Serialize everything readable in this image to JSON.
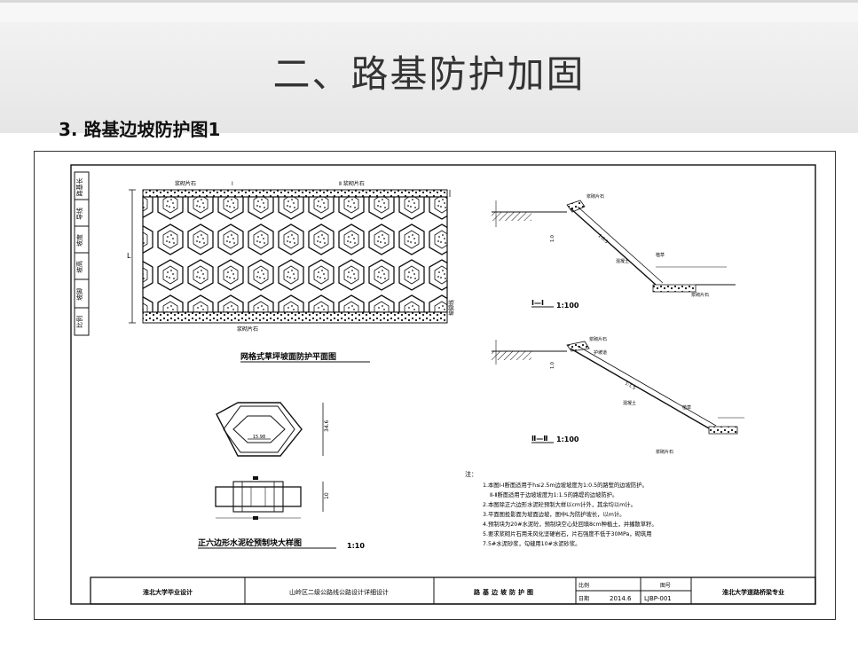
{
  "slide": {
    "title": "二、路基防护加固",
    "subtitle": "3. 路基边坡防护图1"
  },
  "drawing": {
    "left_strip": [
      "路基长",
      "导线",
      "坡度",
      "坡高",
      "坡脚",
      "比例"
    ],
    "plan_title": "网格式草坪坡面防护平面图",
    "plan_labels": {
      "top_left": "浆砌片石",
      "top_mid": "Ⅰ",
      "top_right": "Ⅱ 浆砌片石",
      "bottom_left": "浆砌片石",
      "left_dim": "L",
      "right_dim": "坡脚线"
    },
    "block_title": "正六边形水泥砼预制块大样图",
    "block_scale": "1:10",
    "block_dims": {
      "inner": "15.98",
      "height": "34.6",
      "thick": "10"
    },
    "section1": {
      "label": "Ⅰ—Ⅰ",
      "scale": "1:100",
      "slope": "1:0.5",
      "h": "1.0",
      "tags": [
        "浆砌片石",
        "植草",
        "混凝土",
        "浆砌片石"
      ]
    },
    "section2": {
      "label": "Ⅱ—Ⅱ",
      "scale": "1:100",
      "slope": "1:1.5",
      "h": "1.0",
      "tags": [
        "浆砌片石",
        "护坡道",
        "混凝土",
        "植草",
        "浆砌片石"
      ]
    },
    "notes_head": "注：",
    "notes": [
      "1.本图Ⅰ-Ⅰ断面适用于h≤2.5m边坡坡度为1:0.5的路堑的边坡防护。",
      "Ⅱ-Ⅱ断面适用于边坡坡度为1:1.5的路堤的边坡防护。",
      "2.本图除正六边形水泥砼预制大样以cm计外，其余均以m计。",
      "3.平面图投影面为坡面边坡，图中L为防护坡长，以m计。",
      "4.预制块为20#水泥砼，预制块空心处回填8cm种植土，并播散草籽。",
      "5.要求浆砌片石用未风化坚硬岩石，片石强度不低于30MPa，砌筑用",
      "7.5#水泥砂浆，勾缝用10#水泥砂浆。"
    ],
    "title_block": {
      "school": "淮北大学毕业设计",
      "project": "山岭区二级公路线公路设计详细设计",
      "drawing": "路基边坡防护图",
      "scale_label": "比例",
      "date_label": "日期",
      "date": "2014.6",
      "no_label": "图号",
      "no": "LJBP-001",
      "right": "淮北大学道路桥梁专业"
    }
  }
}
